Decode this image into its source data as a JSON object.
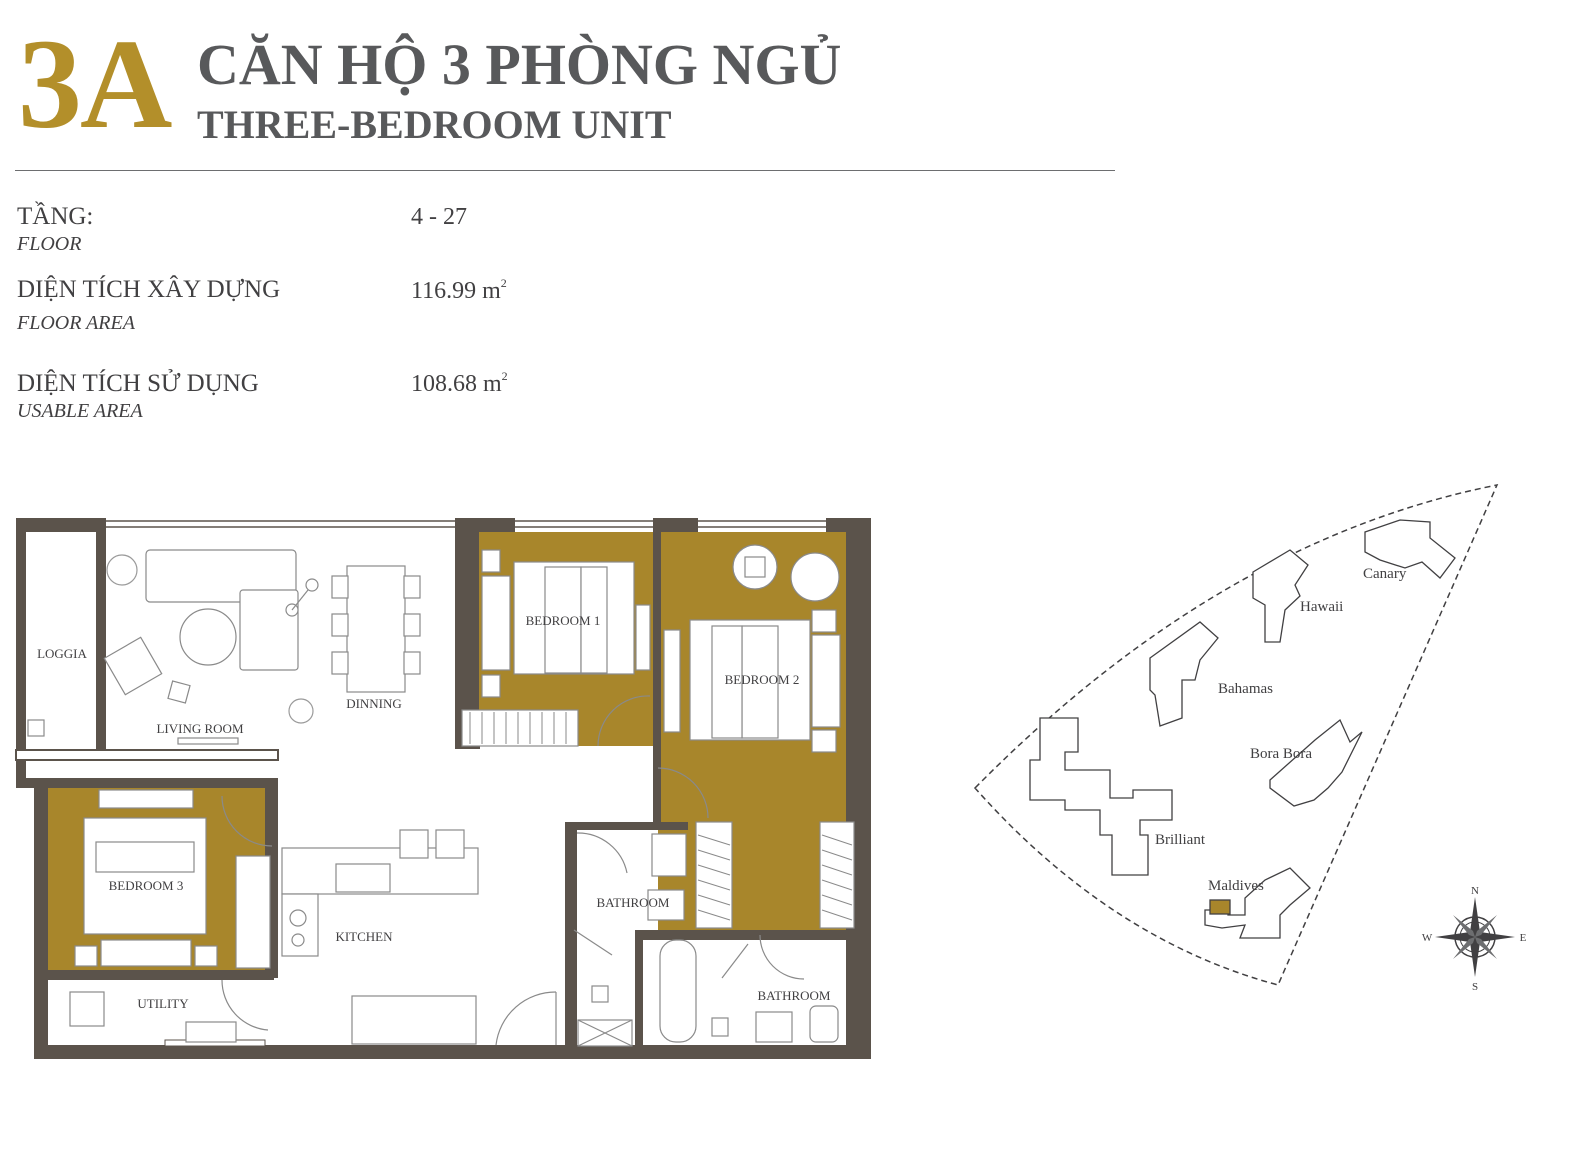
{
  "header": {
    "unit_code": "3A",
    "title_vn": "CĂN HỘ 3 PHÒNG NGỦ",
    "title_en": "THREE-BEDROOM UNIT"
  },
  "specs": [
    {
      "label": "TẦNG:",
      "sublabel": "FLOOR",
      "value": "4 - 27",
      "unit": ""
    },
    {
      "label": "DIỆN TÍCH XÂY DỰNG",
      "sublabel": "FLOOR AREA",
      "value": "116.99 m",
      "unit": "2"
    },
    {
      "label": "DIỆN TÍCH SỬ DỤNG",
      "sublabel": "USABLE AREA",
      "value": "108.68 m",
      "unit": "2"
    }
  ],
  "floorplan": {
    "rooms": {
      "loggia": "LOGGIA",
      "living_room": "LIVING ROOM",
      "dinning": "DINNING",
      "bedroom1": "BEDROOM 1",
      "bedroom2": "BEDROOM 2",
      "bedroom3": "BEDROOM 3",
      "kitchen": "KITCHEN",
      "bathroom1": "BATHROOM",
      "bathroom2": "BATHROOM",
      "utility": "UTILITY"
    },
    "colors": {
      "wall": "#5b534b",
      "bedroom_fill": "#a8862b",
      "floor": "#ffffff",
      "furniture": "#8a8a8a"
    }
  },
  "siteplan": {
    "buildings": {
      "canary": "Canary",
      "hawaii": "Hawaii",
      "bahamas": "Bahamas",
      "bora_bora": "Bora Bora",
      "brilliant": "Brilliant",
      "maldives": "Maldives"
    },
    "highlight_color": "#a8862b",
    "compass": {
      "n": "N",
      "s": "S",
      "e": "E",
      "w": "W"
    }
  }
}
